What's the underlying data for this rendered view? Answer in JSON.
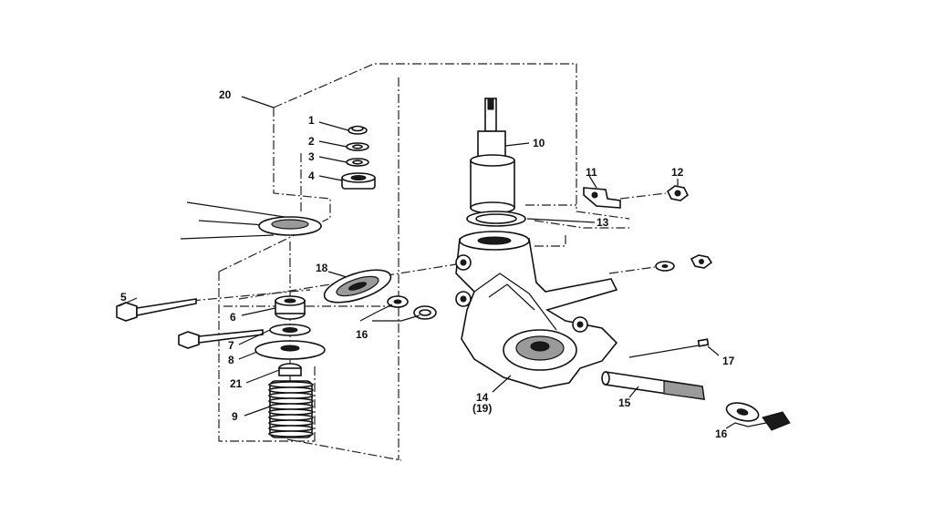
{
  "figure": {
    "background": "#ffffff",
    "line_color": "#111111",
    "callouts": {
      "p1": "1",
      "p2": "2",
      "p3": "3",
      "p4": "4",
      "p5": "5",
      "p6": "6",
      "p7": "7",
      "p8": "8",
      "p9": "9",
      "p10": "10",
      "p11": "11",
      "p12": "12",
      "p13": "13",
      "p14": "14",
      "p14b": "(19)",
      "p15": "15",
      "p16a": "16",
      "p16b": "16",
      "p17": "17",
      "p18": "18",
      "p20": "20",
      "p21": "21"
    }
  }
}
